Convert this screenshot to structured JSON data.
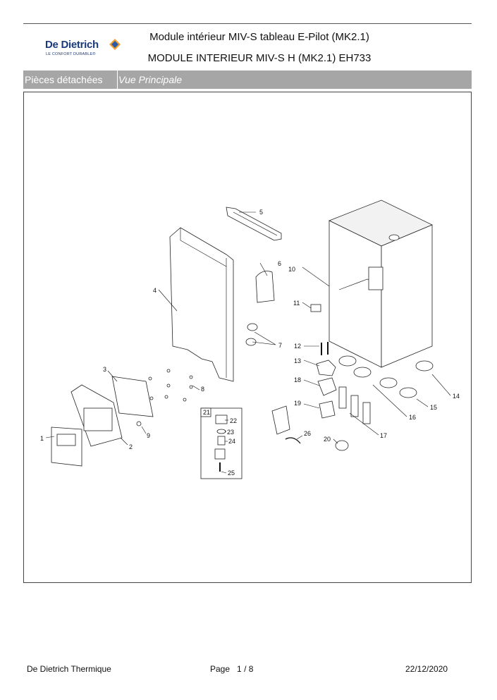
{
  "header": {
    "brand_name": "De Dietrich",
    "brand_tagline": "LE CONFORT DURABLE®",
    "title_line1": "Module intérieur MIV-S tableau E-Pilot (MK2.1)",
    "title_line2": "MODULE INTERIEUR MIV-S H (MK2.1) EH733"
  },
  "section_bar": {
    "category": "Pièces détachées",
    "view": "Vue Principale"
  },
  "callouts": [
    "1",
    "2",
    "3",
    "4",
    "5",
    "6",
    "7",
    "8",
    "9",
    "10",
    "11",
    "12",
    "13",
    "14",
    "15",
    "16",
    "17",
    "18",
    "19",
    "20",
    "21",
    "22",
    "23",
    "24",
    "25",
    "26"
  ],
  "footer": {
    "company": "De Dietrich Thermique",
    "page_label": "Page",
    "page_current": "1",
    "page_separator": "/",
    "page_total": "8",
    "date": "22/12/2020"
  }
}
